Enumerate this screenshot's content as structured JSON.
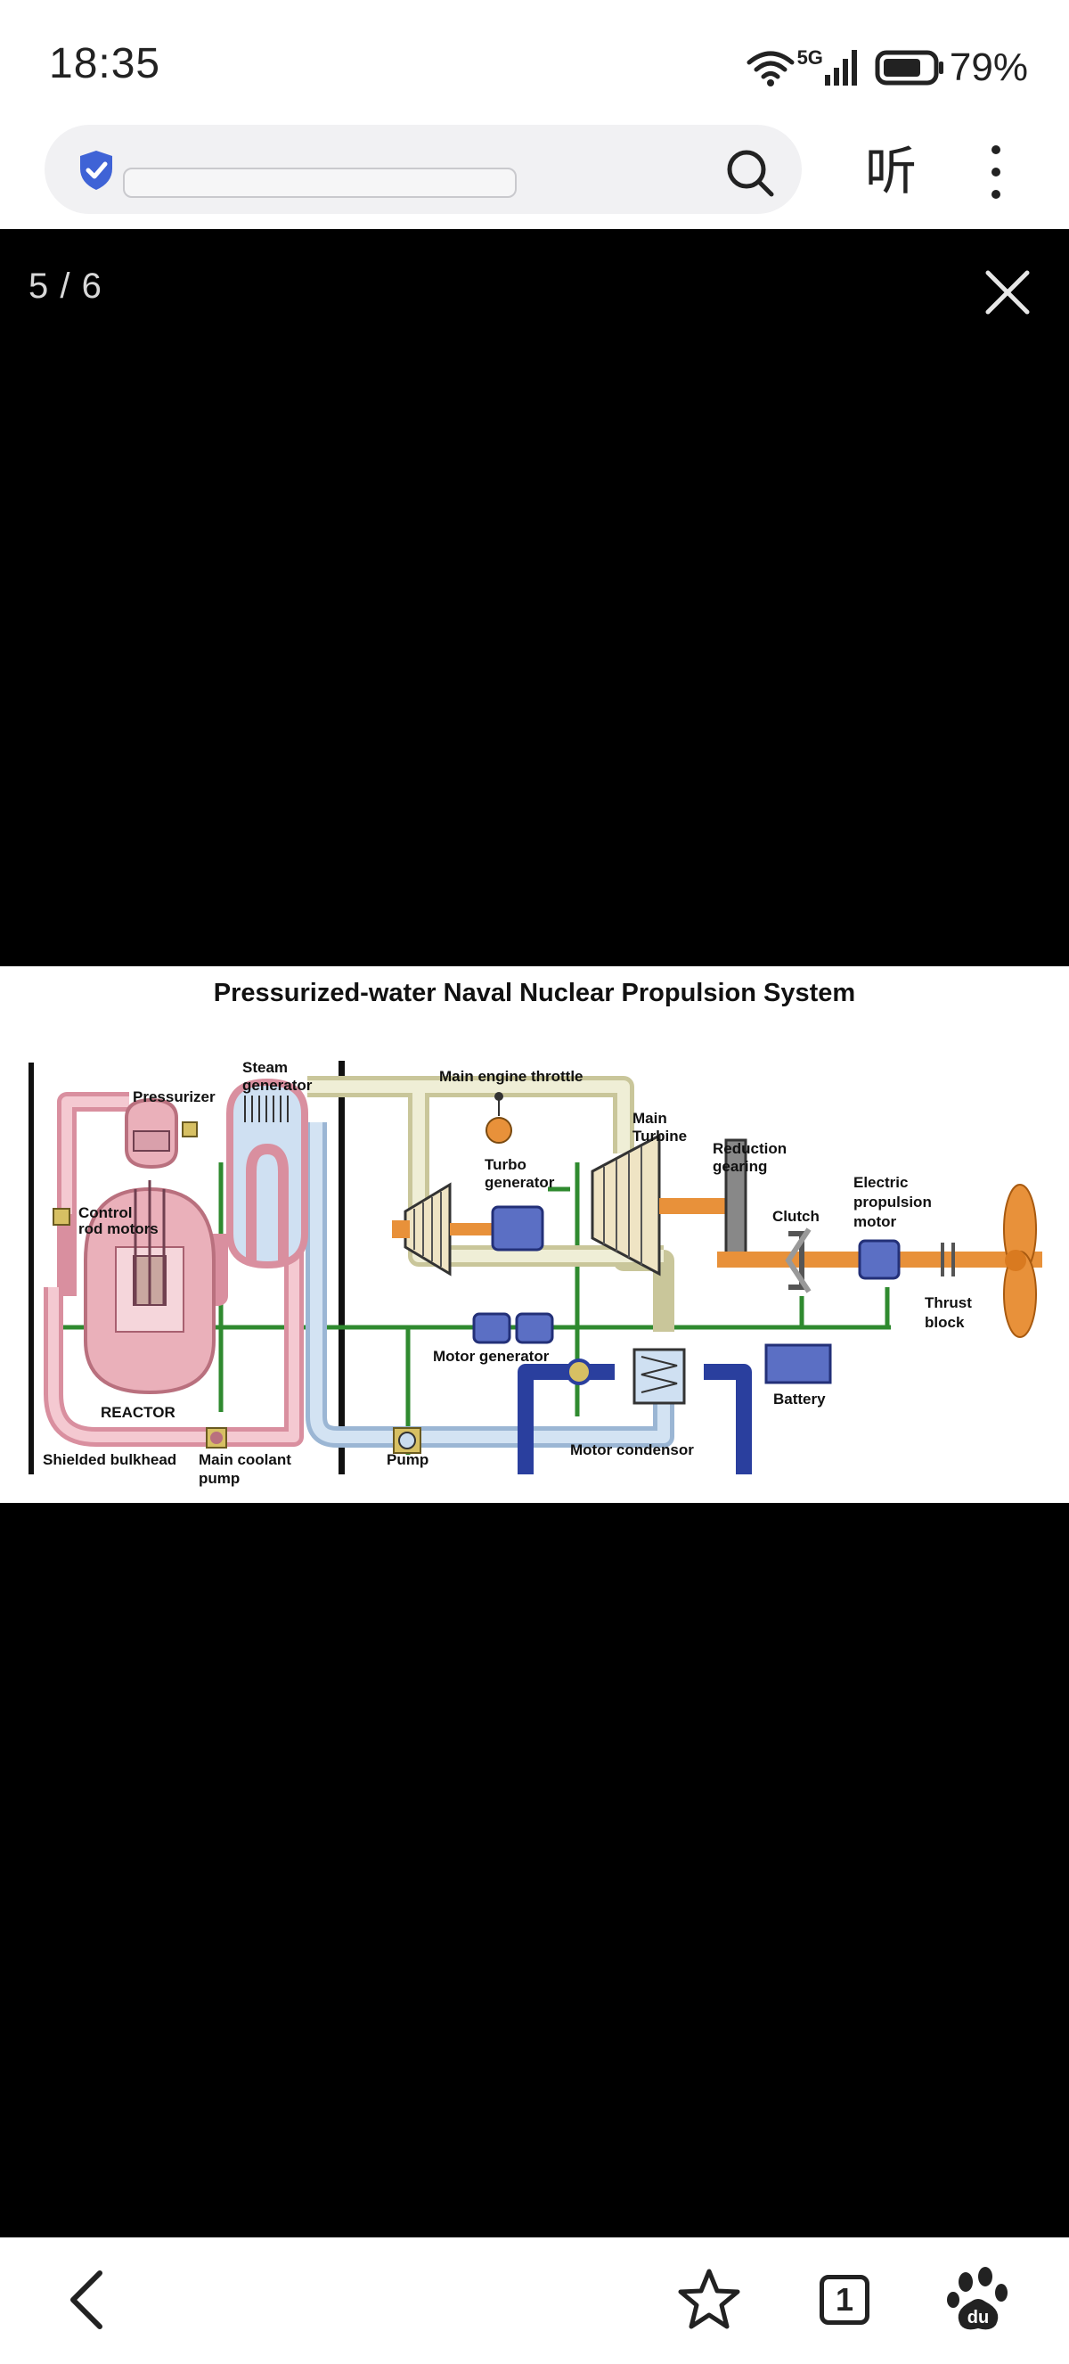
{
  "status_bar": {
    "time": "18:35",
    "network": "5G",
    "battery_percent": "79%",
    "battery_level": 0.79
  },
  "browser": {
    "url_text": "",
    "listen_label": "听"
  },
  "viewer": {
    "counter": "5 / 6",
    "diagram": {
      "title": "Pressurized-water Naval Nuclear Propulsion System",
      "labels": {
        "pressurizer": "Pressurizer",
        "steam1": "Steam",
        "steam2": "generator",
        "throttle": "Main engine throttle",
        "main1": "Main",
        "main2": "Turbine",
        "reduction1": "Reduction",
        "reduction2": "gearing",
        "turbo1": "Turbo",
        "turbo2": "generator",
        "clutch": "Clutch",
        "elec1": "Electric",
        "elec2": "propulsion",
        "elec3": "motor",
        "control1": "Control",
        "control2": "rod motors",
        "thrust1": "Thrust",
        "thrust2": "block",
        "motor_gen": "Motor generator",
        "battery": "Battery",
        "reactor": "REACTOR",
        "bulkhead": "Shielded bulkhead",
        "coolant1": "Main coolant",
        "coolant2": "pump",
        "pump": "Pump",
        "condensor": "Motor condensor"
      }
    }
  },
  "nav": {
    "tab_count": "1"
  },
  "colors": {
    "primary_loop": "#e8a7b3",
    "steam_loop": "#e7e7c8",
    "feed_water": "#c9dcef",
    "condenser_blue": "#2a3f9e",
    "electrical": "#2f8a2f",
    "shaft": "#e8913a",
    "shield_blue": "#3f63d6"
  }
}
